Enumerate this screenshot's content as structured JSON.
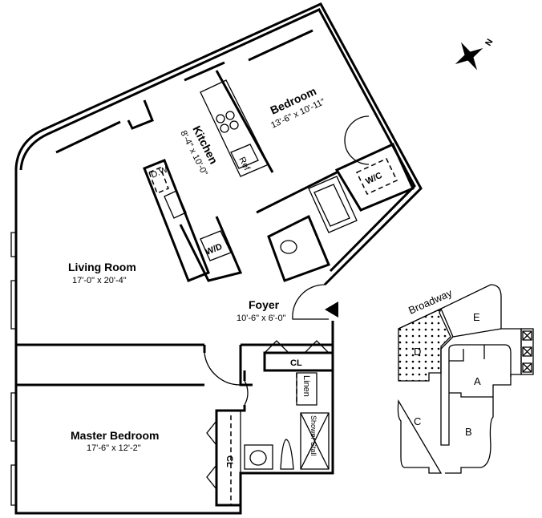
{
  "rooms": {
    "bedroom": {
      "name": "Bedroom",
      "dims": "13'-6\" x 10'-11\""
    },
    "kitchen": {
      "name": "Kitchen",
      "dims": "8'-4\" x 10'-0\""
    },
    "living_room": {
      "name": "Living Room",
      "dims": "17'-0\" x 20'-4\""
    },
    "foyer": {
      "name": "Foyer",
      "dims": "10'-6\" x 6'-0\""
    },
    "master_bedroom": {
      "name": "Master Bedroom",
      "dims": "17'-6\" x 12'-2\""
    }
  },
  "fixtures": {
    "dishwasher": "D.W.",
    "refrigerator": "Ref",
    "washer_dryer": "W/D",
    "walk_in_closet": "W/C",
    "closet_foyer": "CL",
    "closet_master": "CL",
    "linen": "Linen",
    "shower": "Shower Stall"
  },
  "compass": {
    "label": "N"
  },
  "key_plan": {
    "street": "Broadway",
    "units": [
      "A",
      "B",
      "C",
      "D",
      "E"
    ],
    "highlighted_unit": "D"
  }
}
